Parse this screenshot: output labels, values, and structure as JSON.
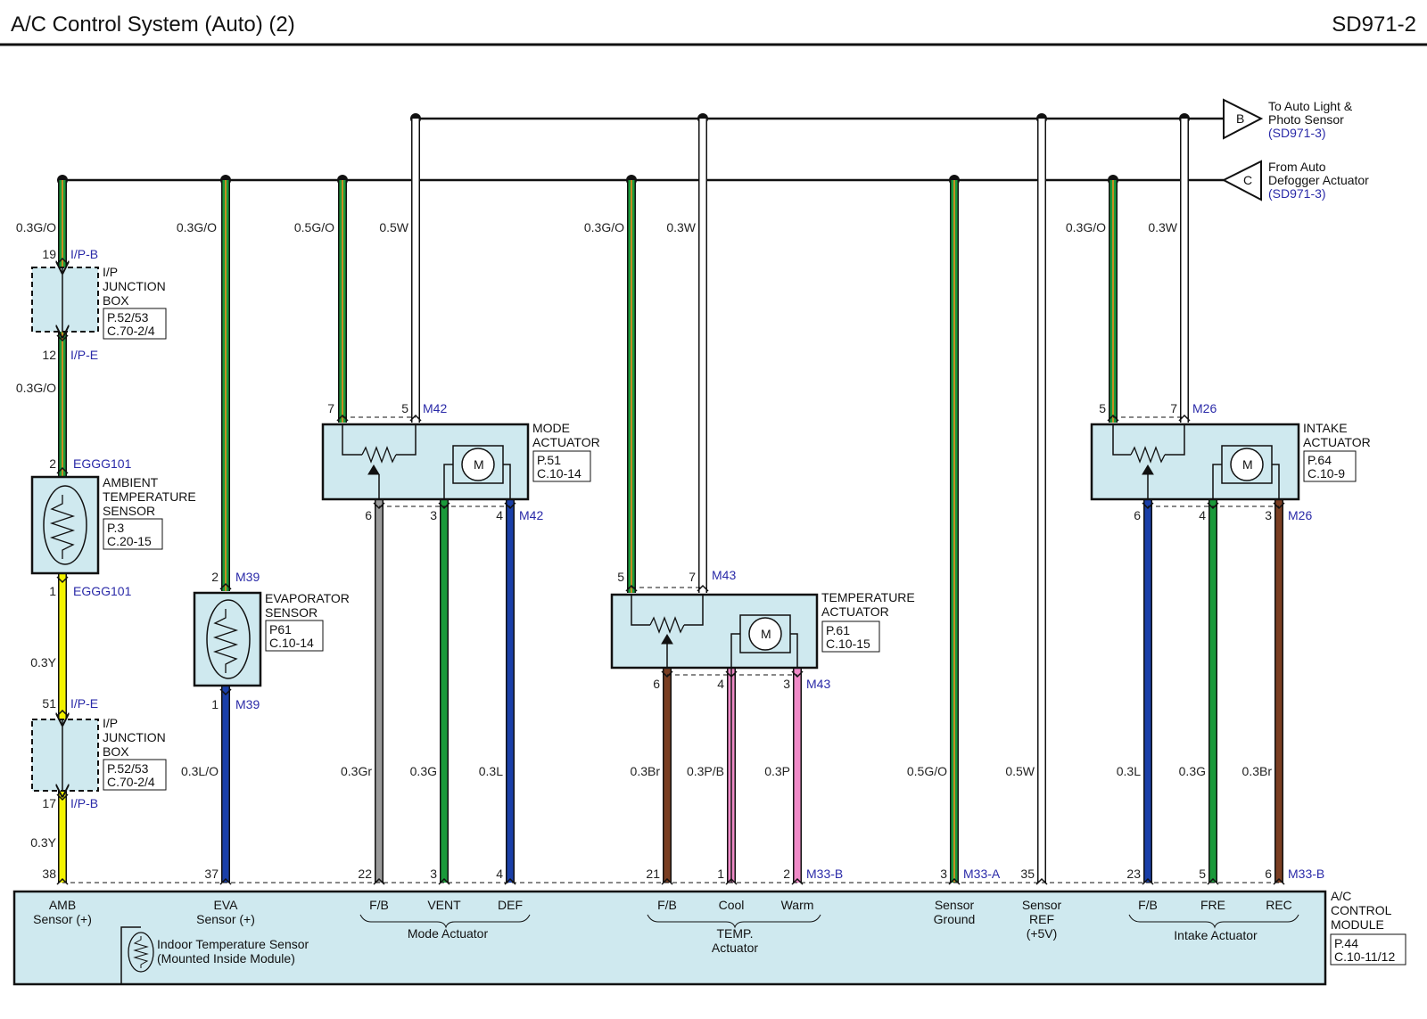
{
  "header": {
    "title": "A/C Control System (Auto) (2)",
    "code": "SD971-2"
  },
  "connectors_offpage": {
    "b": {
      "letter": "B",
      "line1": "To Auto Light &",
      "line2": "Photo Sensor",
      "ref": "(SD971-3)"
    },
    "c": {
      "letter": "C",
      "line1": "From Auto",
      "line2": "Defogger Actuator",
      "ref": "(SD971-3)"
    }
  },
  "wires": {
    "amb_top": "0.3G/O",
    "amb_mid": "0.3G/O",
    "amb_yel1": "0.3Y",
    "amb_yel2": "0.3Y",
    "eva_top": "0.3G/O",
    "eva_bot": "0.3L/O",
    "mode_in1": "0.5G/O",
    "mode_in2": "0.5W",
    "mode_fb": "0.3Gr",
    "mode_vent": "0.3G",
    "mode_def": "0.3L",
    "temp_in1": "0.3G/O",
    "temp_in2": "0.3W",
    "temp_fb": "0.3Br",
    "temp_cool": "0.3P/B",
    "temp_warm": "0.3P",
    "sensor_gnd": "0.5G/O",
    "sensor_ref": "0.5W",
    "intake_in1": "0.3G/O",
    "intake_in2": "0.3W",
    "intake_fb": "0.3L",
    "intake_fre": "0.3G",
    "intake_rec": "0.3Br"
  },
  "pins": {
    "jb1_top": "19",
    "jb1_bot": "12",
    "amb_top": "2",
    "amb_bot": "1",
    "jb2_top": "51",
    "jb2_bot": "17",
    "eva_top": "2",
    "eva_bot": "1",
    "mode_7": "7",
    "mode_5": "5",
    "mode_6": "6",
    "mode_3": "3",
    "mode_4": "4",
    "temp_5": "5",
    "temp_7": "7",
    "temp_6": "6",
    "temp_4": "4",
    "temp_3": "3",
    "intake_5": "5",
    "intake_7": "7",
    "intake_6": "6",
    "intake_4": "4",
    "intake_3": "3",
    "mod_38": "38",
    "mod_37": "37",
    "mod_22": "22",
    "mod_3": "3",
    "mod_4": "4",
    "mod_21": "21",
    "mod_1": "1",
    "mod_2": "2",
    "mod_3b": "3",
    "mod_35": "35",
    "mod_23": "23",
    "mod_5": "5",
    "mod_6": "6"
  },
  "connectors": {
    "ipb": "I/P-B",
    "ipe": "I/P-E",
    "egg": "EGGG101",
    "m39": "M39",
    "m42": "M42",
    "m43": "M43",
    "m26": "M26",
    "m33b": "M33-B",
    "m33a": "M33-A"
  },
  "components": {
    "junction_box": {
      "l1": "I/P",
      "l2": "JUNCTION",
      "l3": "BOX",
      "ref1": "P.52/53",
      "ref2": "C.70-2/4"
    },
    "ambient": {
      "l1": "AMBIENT",
      "l2": "TEMPERATURE",
      "l3": "SENSOR",
      "ref1": "P.3",
      "ref2": "C.20-15"
    },
    "evaporator": {
      "l1": "EVAPORATOR",
      "l2": "SENSOR",
      "ref1": "P61",
      "ref2": "C.10-14"
    },
    "mode": {
      "l1": "MODE",
      "l2": "ACTUATOR",
      "ref1": "P.51",
      "ref2": "C.10-14"
    },
    "temperature": {
      "l1": "TEMPERATURE",
      "l2": "ACTUATOR",
      "ref1": "P.61",
      "ref2": "C.10-15"
    },
    "intake": {
      "l1": "INTAKE",
      "l2": "ACTUATOR",
      "ref1": "P.64",
      "ref2": "C.10-9"
    },
    "motor": "M",
    "module": {
      "l1": "A/C",
      "l2": "CONTROL",
      "l3": "MODULE",
      "ref1": "P.44",
      "ref2": "C.10-11/12"
    }
  },
  "module_labels": {
    "amb1": "AMB",
    "amb2": "Sensor (+)",
    "eva1": "EVA",
    "eva2": "Sensor (+)",
    "fb": "F/B",
    "vent": "VENT",
    "def": "DEF",
    "mode_group": "Mode Actuator",
    "cool": "Cool",
    "warm": "Warm",
    "temp_group1": "TEMP.",
    "temp_group2": "Actuator",
    "gnd1": "Sensor",
    "gnd2": "Ground",
    "ref1": "Sensor",
    "ref2": "REF",
    "ref3": "(+5V)",
    "fre": "FRE",
    "rec": "REC",
    "intake_group": "Intake Actuator",
    "indoor1": "Indoor Temperature Sensor",
    "indoor2": "(Mounted Inside Module)"
  },
  "colors": {
    "green": "#1a9a3a",
    "orange": "#f08a1c",
    "white": "#ffffff",
    "yellow": "#f3f300",
    "blue": "#1a3fa8",
    "gray": "#9a9a9a",
    "brown": "#7a3e22",
    "pink": "#f08ac8",
    "box": "#cfe9ef",
    "conn_text": "#2a2aa8"
  }
}
